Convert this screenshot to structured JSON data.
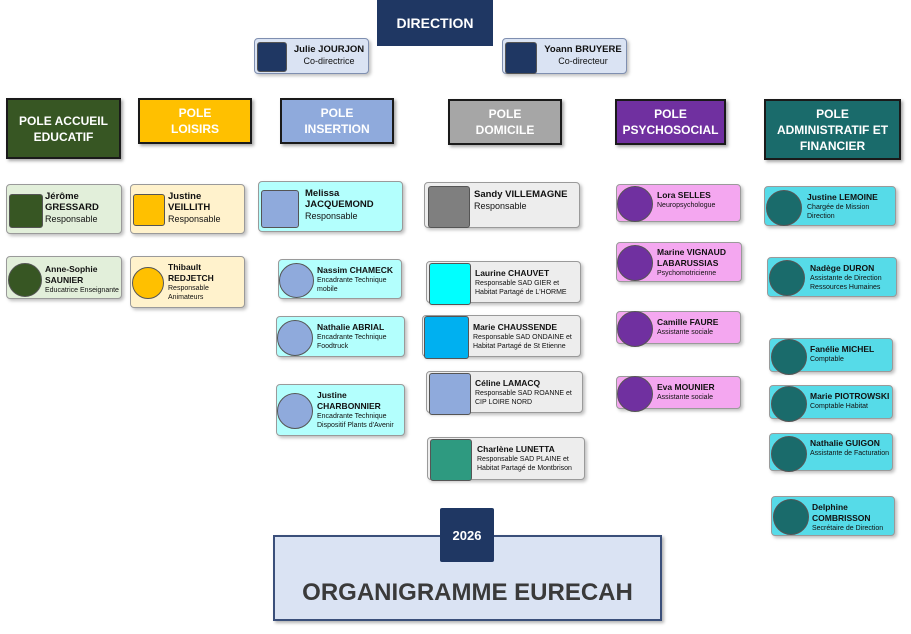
{
  "direction": {
    "title": "DIRECTION",
    "members": [
      {
        "name": "Julie JOURJON",
        "role": "Co-directrice"
      },
      {
        "name": "Yoann BRUYERE",
        "role": "Co-directeur"
      }
    ]
  },
  "poles": [
    {
      "label": "POLE ACCUEIL EDUCATIF",
      "color": "#375623"
    },
    {
      "label": "POLE LOISIRS",
      "color": "#ffc000"
    },
    {
      "label": "POLE INSERTION",
      "color": "#8faadc"
    },
    {
      "label": "POLE DOMICILE",
      "color": "#a6a6a6"
    },
    {
      "label": "POLE PSYCHOSOCIAL",
      "color": "#7030a0"
    },
    {
      "label": "POLE ADMINISTRATIF ET FINANCIER",
      "color": "#1a6b6b"
    }
  ],
  "staff": {
    "accueil": [
      {
        "name": "Jérôme GRESSARD",
        "role": "Responsable"
      },
      {
        "name": "Anne-Sophie SAUNIER",
        "role": "Educatrice Enseignante"
      }
    ],
    "loisirs": [
      {
        "name": "Justine VEILLITH",
        "role": "Responsable"
      },
      {
        "name": "Thibault REDJETCH",
        "role": "Responsable Animateurs"
      }
    ],
    "insertion": [
      {
        "name": "Melissa JACQUEMOND",
        "role": "Responsable"
      },
      {
        "name": "Nassim CHAMECK",
        "role": "Encadrante Technique mobile"
      },
      {
        "name": "Nathalie ABRIAL",
        "role": "Encadrante Technique Foodtruck"
      },
      {
        "name": "Justine CHARBONNIER",
        "role": "Encadrante Technique Dispositif Plants d'Avenir"
      }
    ],
    "domicile": [
      {
        "name": "Sandy VILLEMAGNE",
        "role": "Responsable"
      },
      {
        "name": "Laurine CHAUVET",
        "role": "Responsable SAD GIER et Habitat Partagé de L'HORME"
      },
      {
        "name": "Marie CHAUSSENDE",
        "role": "Responsable SAD ONDAINE et Habitat Partagé de St Etienne"
      },
      {
        "name": "Céline LAMACQ",
        "role": "Responsable SAD ROANNE et CIP LOIRE NORD"
      },
      {
        "name": "Charlène LUNETTA",
        "role": "Responsable SAD PLAINE et Habitat Partagé de Montbrison"
      }
    ],
    "psychosocial": [
      {
        "name": "Lora SELLES",
        "role": "Neuropsychologue"
      },
      {
        "name": "Marine VIGNAUD LABARUSSIAS",
        "role": "Psychomotricienne"
      },
      {
        "name": "Camille FAURE",
        "role": "Assistante sociale"
      },
      {
        "name": "Eva MOUNIER",
        "role": "Assistante sociale"
      }
    ],
    "administratif": [
      {
        "name": "Justine LEMOINE",
        "role": "Chargée de Mission Direction"
      },
      {
        "name": "Nadège DURON",
        "role": "Assistante de Direction Ressources Humaines"
      },
      {
        "name": "Fanélie MICHEL",
        "role": "Comptable"
      },
      {
        "name": "Marie PIOTROWSKI",
        "role": "Comptable Habitat"
      },
      {
        "name": "Nathalie GUIGON",
        "role": "Assistante de Facturation"
      },
      {
        "name": "Delphine COMBRISSON",
        "role": "Secrétaire de Direction"
      }
    ]
  },
  "footer": {
    "year": "2026",
    "title": "ORGANIGRAMME EURECAH"
  }
}
